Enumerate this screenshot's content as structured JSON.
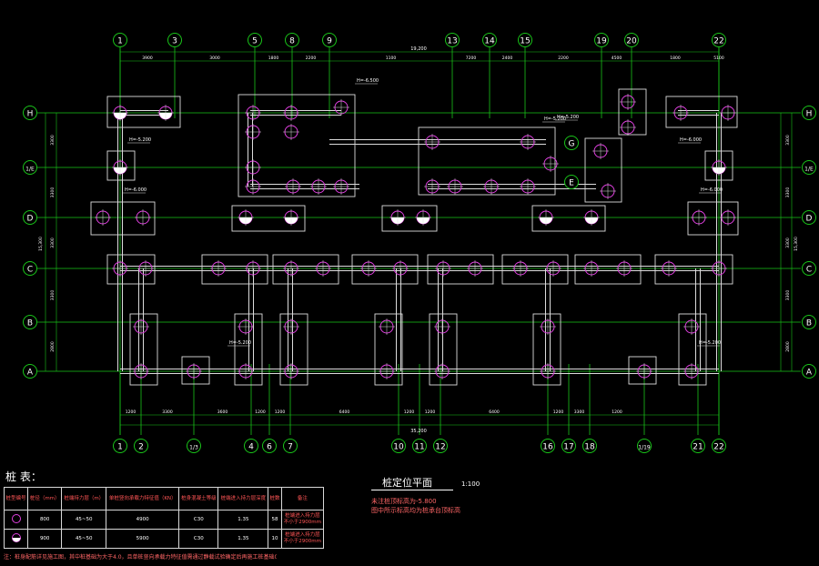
{
  "grid": {
    "top_labels": [
      "1",
      "3",
      "5",
      "8",
      "9",
      "13",
      "14",
      "15",
      "19",
      "20",
      "22"
    ],
    "bottom_labels": [
      "1",
      "2",
      "1/3",
      "4",
      "6",
      "7",
      "10",
      "11",
      "12",
      "16",
      "17",
      "18",
      "1/19",
      "21",
      "22"
    ],
    "left_labels": [
      "H",
      "1/E",
      "D",
      "C",
      "B",
      "A"
    ],
    "right_labels": [
      "H",
      "1/E",
      "D",
      "C",
      "B",
      "A"
    ],
    "inner_labels": [
      "G",
      "E"
    ]
  },
  "dimensions": {
    "top_total": "19,200",
    "top_segments": [
      "3900",
      "3000",
      "1800",
      "2200",
      "1100",
      "7200",
      "2400",
      "2200",
      "4500",
      "1800",
      "5100"
    ],
    "bottom_total": "35,200",
    "bottom_segments": [
      "1200",
      "3300",
      "3600",
      "1200",
      "1200",
      "6400",
      "1200",
      "1200",
      "6400",
      "1200",
      "3300",
      "1200"
    ],
    "left_total": "15,300",
    "left_segments": [
      "3300",
      "3300",
      "3300",
      "3300",
      "2800"
    ],
    "right_total": "15,300",
    "right_segments": [
      "3300",
      "3300",
      "3300",
      "3300",
      "2800"
    ]
  },
  "elevations": [
    "H=-5.200",
    "H=-5.200",
    "H=-6.000",
    "H=-6.000",
    "H=-6.500",
    "H=-5.200",
    "H=-6.000",
    "H=-5.200",
    "H=-5.200"
  ],
  "legend": {
    "title": "桩 表：",
    "headers": [
      "桩型编号",
      "桩径（mm）",
      "桩端持力层（m）",
      "单桩竖向承载力特征值（KN）",
      "桩身混凝土等级",
      "桩端进入持力层深度",
      "桩数",
      "备注"
    ],
    "rows": [
      [
        "",
        "800",
        "45~50",
        "4900",
        "C30",
        "1.35",
        "58",
        "桩端进入持力层\n不小于2900mm"
      ],
      [
        "",
        "900",
        "45~50",
        "5900",
        "C30",
        "1.35",
        "10",
        "桩端进入持力层\n不小于2900mm"
      ]
    ],
    "note": "注：桩身配筋详见施工图，其中桩基础为大于4.0，且单桩竖向承载力特征值需通过静载试验确定后再施工桩基础0.0%。"
  },
  "title_block": {
    "title": "桩定位平面",
    "scale": "1:100",
    "note1": "未注桩顶标高为-5.800",
    "note2": "图中所示标高均为桩承台顶标高"
  }
}
